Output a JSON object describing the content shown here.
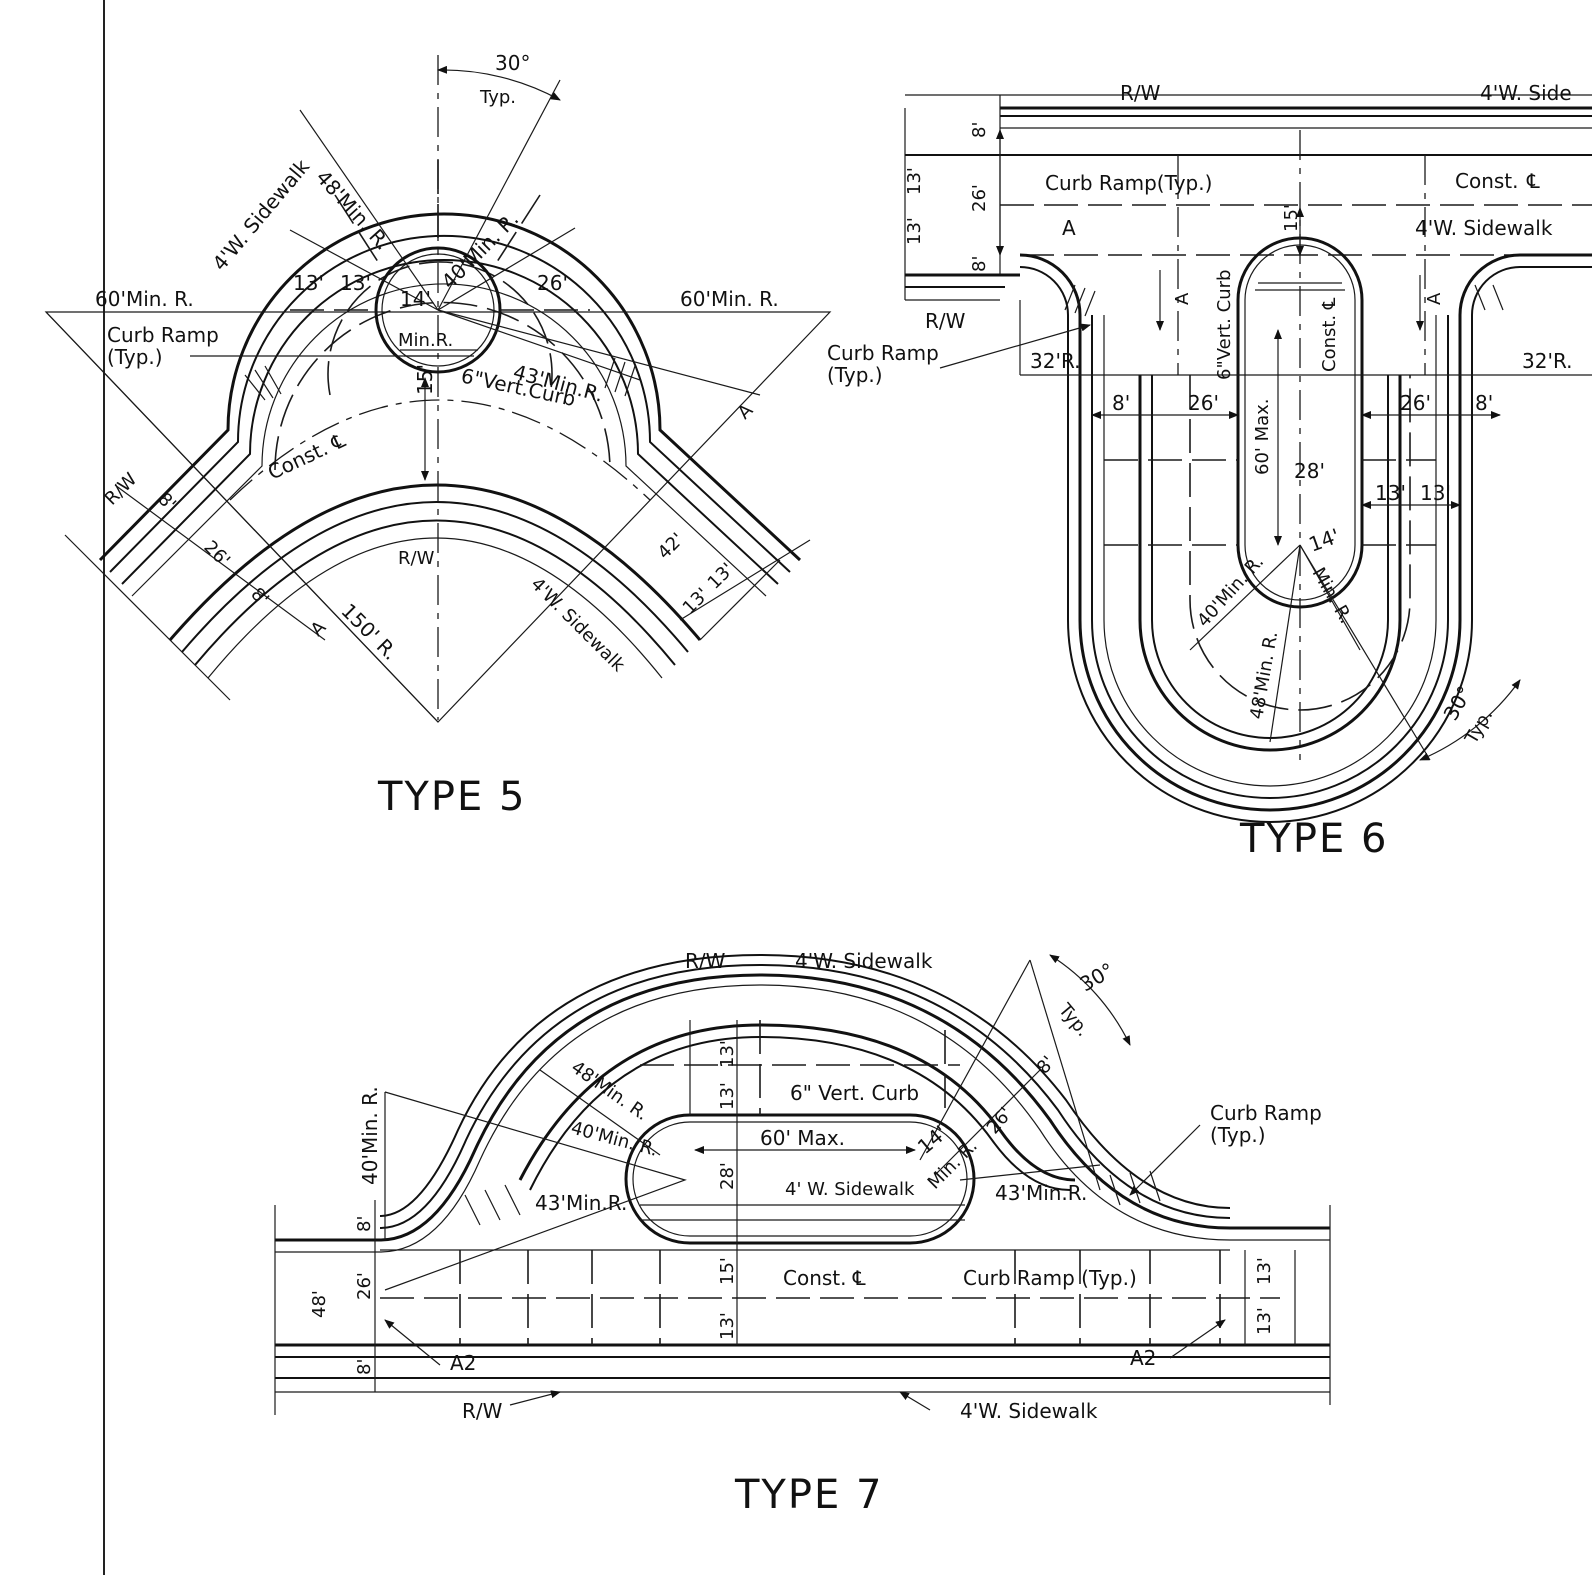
{
  "type5": {
    "title": "TYPE 5",
    "labels": {
      "angle": "30°",
      "typ": "Typ.",
      "sidewalk_top": "4'W. Sidewalk",
      "r48": "48'Min. R.",
      "r40": "40'Min. R.",
      "r60_left": "60'Min. R.",
      "r60_right": "60'Min. R.",
      "d13a": "13'",
      "d13b": "13'",
      "d26": "26'",
      "r14": "14'",
      "min_r": "Min.R.",
      "r43": "43'Min.R.",
      "d15": "15'",
      "vert_curb": "6\"Vert.Curb",
      "curb_ramp": "Curb Ramp",
      "curb_ramp_typ": "(Typ.)",
      "const_cl": "Const. ℄",
      "rw_left": "R/W",
      "d8_left": "8'",
      "d26_left": "26'",
      "d8_left2": "8'",
      "rw_bottom": "R/W",
      "sidewalk_bottom": "4'W. Sidewalk",
      "r150": "150' R.",
      "a_left": "A",
      "a_right": "A",
      "d42": "42'",
      "d13c": "13'",
      "d13d": "13'"
    }
  },
  "type6": {
    "title": "TYPE 6",
    "labels": {
      "rw_top": "R/W",
      "sidewalk_top": "4'W. Side",
      "d8_top": "8'",
      "d13a": "13'",
      "d13b": "13'",
      "d26": "26'",
      "d8_mid": "8'",
      "curb_ramp": "Curb Ramp(Typ.)",
      "const_top": "Const.",
      "cl_symbol": "℄",
      "a_left": "A",
      "rw_left": "R/W",
      "sidewalk_mid": "4'W. Sidewalk",
      "d15": "15'",
      "vert_curb": "6\"Vert. Curb",
      "const_cl": "Const. ℄",
      "a_mid": "A",
      "a_right": "A",
      "curb_ramp_call": "Curb Ramp",
      "curb_ramp_call_typ": "(Typ.)",
      "r32_left": "32'R.",
      "r32_right": "32'R.",
      "d8_l": "8'",
      "d26_l": "26'",
      "d60": "60' Max.",
      "d28": "28'",
      "d26_r": "26'",
      "d8_r": "8'",
      "d13_r1": "13'",
      "d13_r2": "13'",
      "r14": "14'",
      "min_r": "Min. R.",
      "r40": "40'Min. R.",
      "r48": "48'Min. R.",
      "angle": "30°",
      "typ": "Typ."
    }
  },
  "type7": {
    "title": "TYPE 7",
    "labels": {
      "rw_top": "R/W",
      "sidewalk_top": "4'W. Sidewalk",
      "angle": "30°",
      "typ": "Typ.",
      "r48": "48'Min. R.",
      "d13a": "13'",
      "d13b": "13'",
      "vert_curb": "6\" Vert. Curb",
      "d8_r": "8'",
      "d26_r": "26'",
      "r40_side": "40'Min. R.",
      "r40": "40'Min. R.",
      "d60": "60' Max.",
      "r14": "14'",
      "min_r": "Min. R.",
      "curb_ramp": "Curb Ramp",
      "curb_ramp_typ": "(Typ.)",
      "d28": "28'",
      "sidewalk_mid": "4' W. Sidewalk",
      "r43_left": "43'Min.R.",
      "r43_right": "43'Min.R.",
      "d8_l": "8'",
      "d48": "48'",
      "d26_l": "26'",
      "d15": "15'",
      "const_cl": "Const. ℄",
      "curb_ramp_bottom": "Curb Ramp (Typ.)",
      "d13_l": "13'",
      "d8_bottom": "8'",
      "d13_r1": "13'",
      "d13_r2": "13'",
      "a2_left": "A2",
      "a2_right": "A2",
      "rw_bottom": "R/W",
      "sidewalk_bottom": "4'W. Sidewalk"
    }
  }
}
